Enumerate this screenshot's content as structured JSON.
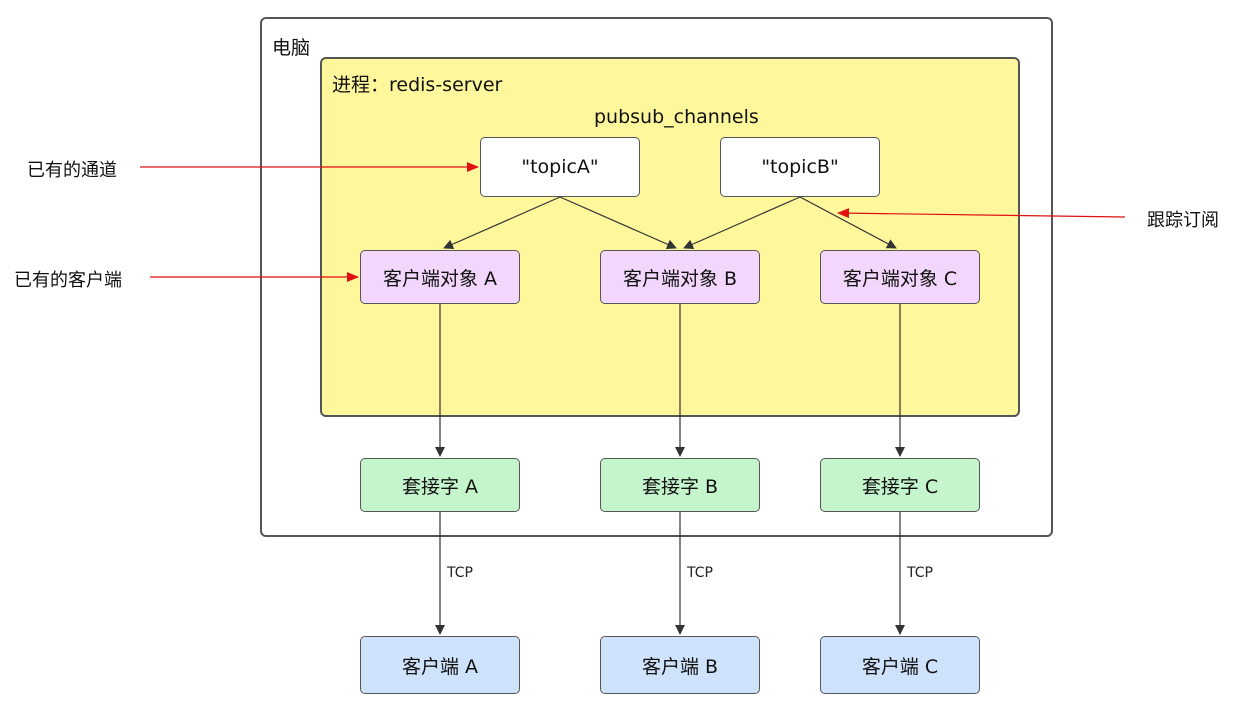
{
  "computer": {
    "title": "电脑"
  },
  "process": {
    "title": "进程：redis-server",
    "channels_title": "pubsub_channels"
  },
  "topics": [
    {
      "label": "\"topicA\""
    },
    {
      "label": "\"topicB\""
    }
  ],
  "client_objects": [
    {
      "label": "客户端对象 A"
    },
    {
      "label": "客户端对象 B"
    },
    {
      "label": "客户端对象 C"
    }
  ],
  "sockets": [
    {
      "label": "套接字 A"
    },
    {
      "label": "套接字 B"
    },
    {
      "label": "套接字 C"
    }
  ],
  "clients": [
    {
      "label": "客户端 A"
    },
    {
      "label": "客户端 B"
    },
    {
      "label": "客户端 C"
    }
  ],
  "edge_labels": {
    "tcp": "TCP"
  },
  "annotations": {
    "existing_channels": "已有的通道",
    "existing_clients": "已有的客户端",
    "track_subscriptions": "跟踪订阅"
  },
  "colors": {
    "process_fill": "#fff79c",
    "client_object_fill": "#f3d6fb",
    "socket_fill": "#c5f5cc",
    "client_fill": "#cfe2fb",
    "annotation_arrow": "#e01010",
    "edge": "#333333"
  }
}
